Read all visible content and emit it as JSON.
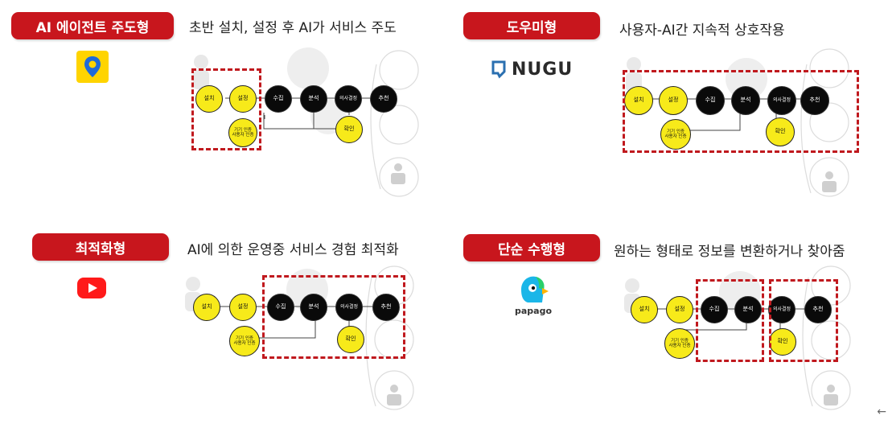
{
  "colors": {
    "pill": "#c8161d",
    "node_yellow": "#f7ea1a",
    "node_black": "#0a0a0a",
    "dashed": "#c0191e"
  },
  "panels": [
    {
      "title": "AI 에이전트 주도형",
      "description": "초반 설치, 설정 후 AI가 서비스 주도",
      "logo": "map-pin-logo-icon",
      "nodes": {
        "install": "설치",
        "setup": "설정",
        "collect": "수집",
        "analyze": "분석",
        "decide": "의사결정",
        "recommend": "추천",
        "confirm": "확인",
        "auth_line1": "기기 인증",
        "auth_line2": "사용자 인증"
      }
    },
    {
      "title": "도우미형",
      "description": "사용자-AI간 지속적 상호작용",
      "logo_text": "NUGU",
      "nodes": {
        "install": "설치",
        "setup": "설정",
        "collect": "수집",
        "analyze": "분석",
        "decide": "의사결정",
        "recommend": "추천",
        "confirm": "확인",
        "auth_line1": "기기 인증",
        "auth_line2": "사용자 인증"
      }
    },
    {
      "title": "최적화형",
      "description": "AI에 의한 운영중 서비스 경험 최적화",
      "logo": "youtube-play-icon",
      "nodes": {
        "install": "설치",
        "setup": "설정",
        "collect": "수집",
        "analyze": "분석",
        "decide": "의사결정",
        "recommend": "추천",
        "confirm": "확인",
        "auth_line1": "기기 인증",
        "auth_line2": "사용자 인증"
      }
    },
    {
      "title": "단순 수행형",
      "description": "원하는 형태로 정보를 변환하거나 찾아줌",
      "logo_text": "papago",
      "nodes": {
        "install": "설치",
        "setup": "설정",
        "collect": "수집",
        "analyze": "분석",
        "decide": "의사결정",
        "recommend": "추천",
        "confirm": "확인",
        "auth_line1": "기기 인증",
        "auth_line2": "사용자 인증"
      }
    }
  ],
  "edge_glyph": "←"
}
